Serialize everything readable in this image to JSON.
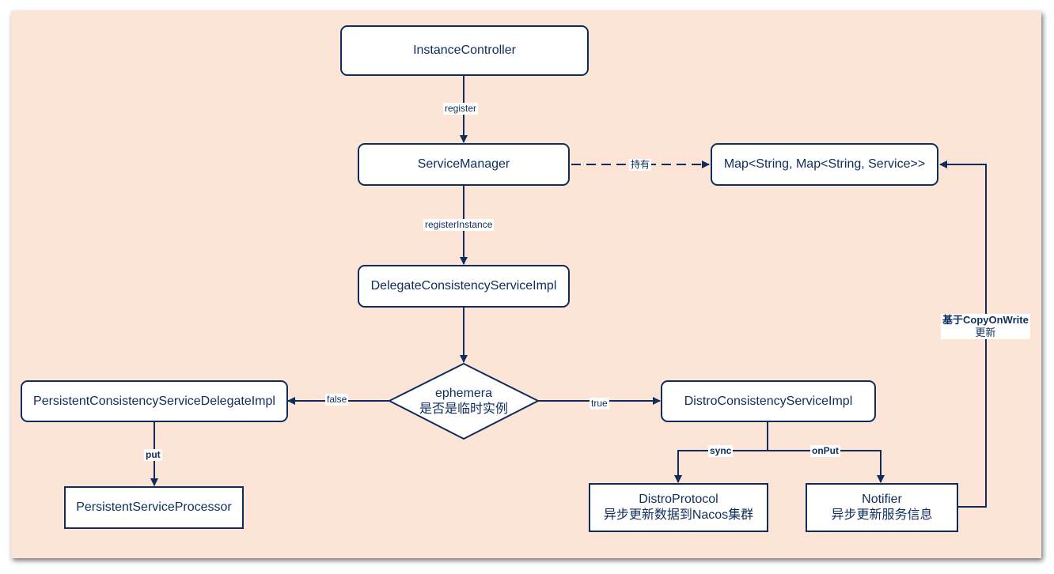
{
  "nodes": {
    "instance_controller": "InstanceController",
    "service_manager": "ServiceManager",
    "service_map": "Map<String, Map<String, Service>>",
    "delegate_service": "DelegateConsistencyServiceImpl",
    "decision_line1": "ephemera",
    "decision_line2": "是否是临时实例",
    "persistent_delegate": "PersistentConsistencyServiceDelegateImpl",
    "persistent_processor": "PersistentServiceProcessor",
    "distro_service": "DistroConsistencyServiceImpl",
    "distro_protocol_line1": "DistroProtocol",
    "distro_protocol_line2": "异步更新数据到Nacos集群",
    "notifier_line1": "Notifier",
    "notifier_line2": "异步更新服务信息"
  },
  "edges": {
    "register": "register",
    "holds": "持有",
    "register_instance": "registerInstance",
    "false": "false",
    "true": "true",
    "put": "put",
    "sync": "sync",
    "on_put": "onPut",
    "copy_on_write_line1": "基于CopyOnWrite",
    "copy_on_write_line2": "更新"
  },
  "colors": {
    "background": "#fce4d6",
    "stroke": "#0f2d5c",
    "box_fill": "#ffffff"
  }
}
